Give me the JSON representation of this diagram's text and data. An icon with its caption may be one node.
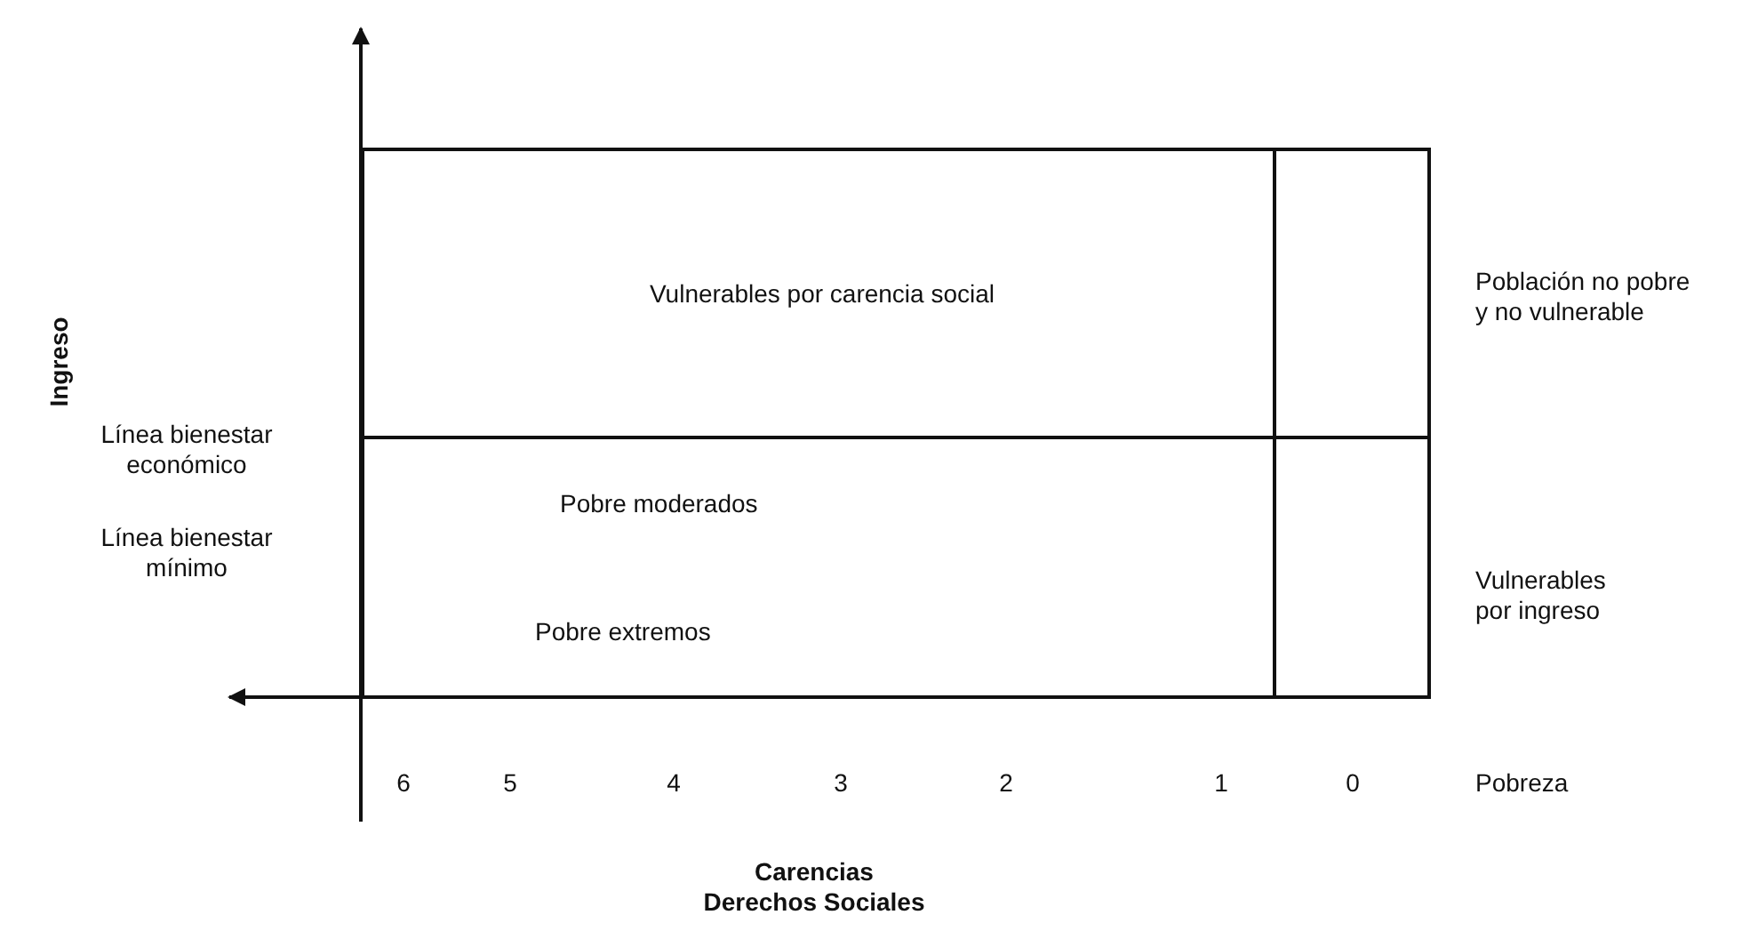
{
  "diagram": {
    "nodes": [
      {
        "text": [
          "Vulnerables por carencia social"
        ]
      },
      {
        "text": [],
        "shape": "box"
      },
      {
        "text": [
          "Pobre moderados",
          "Pobre extremos"
        ]
      },
      {
        "text": [],
        "shape": "box"
      }
    ],
    "labels": [
      "Ingreso",
      "Población no pobre y no vulnerable",
      "Línea bienestar económico",
      "Línea bienestar mínimo",
      "Vulnerables por ingreso",
      "6",
      "5",
      "4",
      "3",
      "2",
      "1",
      "0",
      "Pobreza",
      "Carencias Derechos Sociales"
    ]
  }
}
